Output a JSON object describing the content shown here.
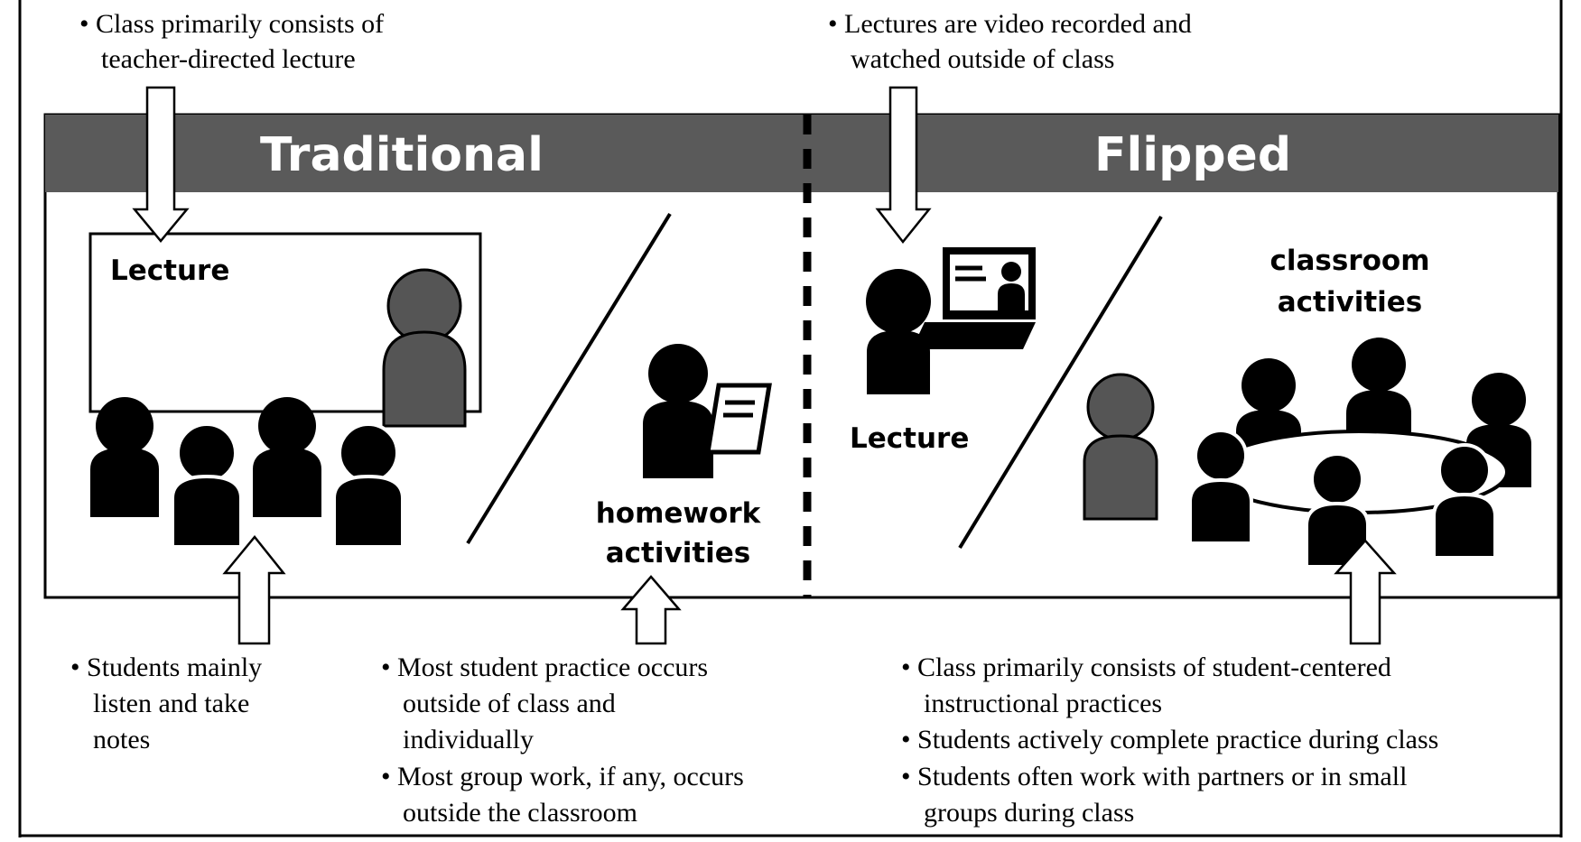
{
  "colors": {
    "banner": "#5a5a5a",
    "ink": "#000000",
    "teacher": "#555555",
    "paper": "#ffffff"
  },
  "top_notes": {
    "traditional": [
      "• Class primarily consists of",
      "teacher-directed lecture"
    ],
    "flipped": [
      "• Lectures are video recorded and",
      "watched outside of class"
    ]
  },
  "panels": {
    "traditional": {
      "title": "Traditional",
      "board_label": "Lecture",
      "homework_label": [
        "homework",
        "activities"
      ]
    },
    "flipped": {
      "title": "Flipped",
      "lecture_label": "Lecture",
      "classroom_label": [
        "classroom",
        "activities"
      ]
    }
  },
  "bottom_notes": {
    "students": [
      "• Students mainly",
      "listen and take",
      "notes"
    ],
    "practice": [
      "• Most student practice occurs",
      "outside of class and",
      "individually"
    ],
    "group": [
      "• Most group work, if any, occurs",
      "outside the classroom"
    ],
    "flipped": [
      "• Class primarily consists of student-centered",
      "instructional practices",
      "• Students actively complete practice during class",
      "• Students often work with partners or in small",
      "groups during class"
    ]
  },
  "icons": [
    "down-arrow-icon",
    "up-arrow-icon",
    "person-icon",
    "laptop-icon",
    "paper-icon",
    "table-icon"
  ]
}
